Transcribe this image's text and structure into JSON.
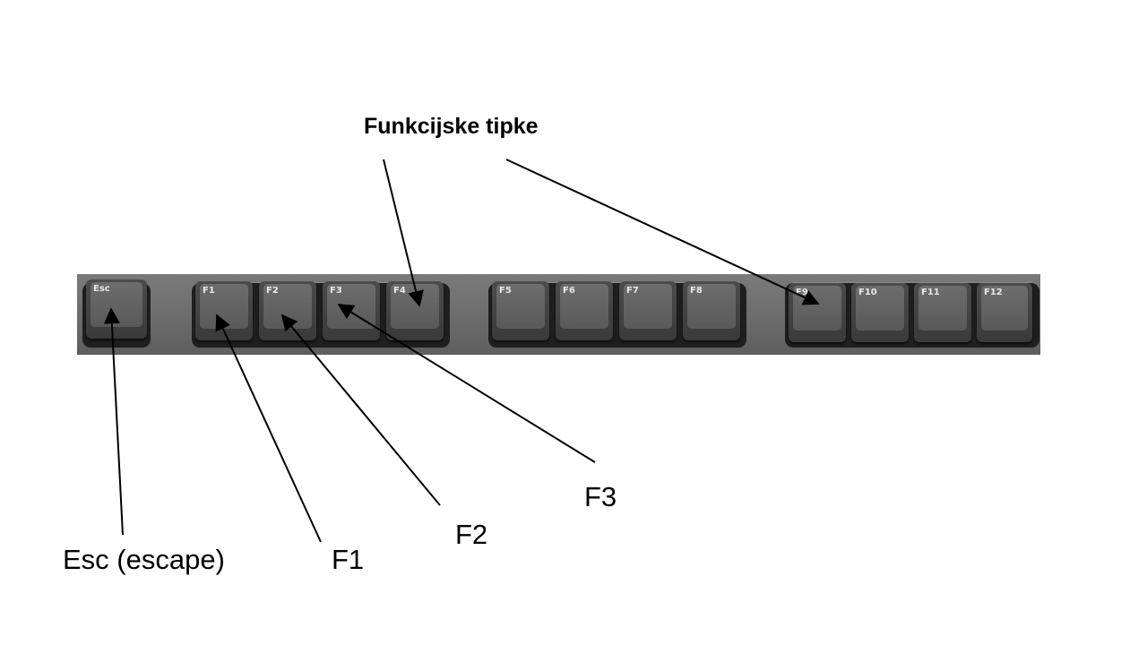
{
  "title": "Funkcijske tipke",
  "keys": {
    "esc": "Esc",
    "f1": "F1",
    "f2": "F2",
    "f3": "F3",
    "f4": "F4",
    "f5": "F5",
    "f6": "F6",
    "f7": "F7",
    "f8": "F8",
    "f9": "F9",
    "f10": "F10",
    "f11": "F11",
    "f12": "F12"
  },
  "labels": {
    "esc": "Esc (escape)",
    "f1": "F1",
    "f2": "F2",
    "f3": "F3"
  },
  "colors": {
    "strip": "#6c6c6c",
    "key": "#595959",
    "legend": "#e8e8e8",
    "arrow": "#000000"
  }
}
